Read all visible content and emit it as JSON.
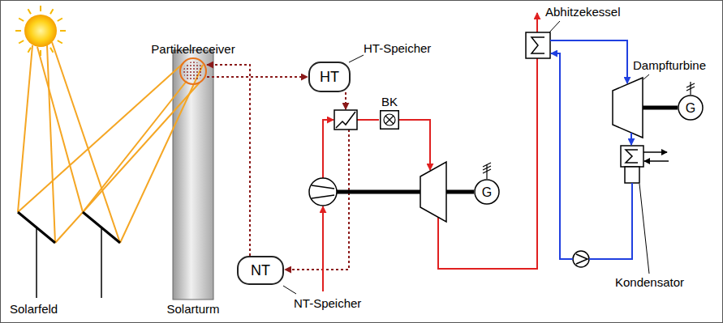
{
  "diagram": {
    "nodes": [
      {
        "text": [
          "Solarturm"
        ]
      },
      {
        "text": [
          "Partikelreceiver"
        ],
        "in": 0
      },
      {
        "text": [
          "HT",
          "HT-Speicher"
        ]
      },
      {
        "text": [
          "NT",
          "NT-Speicher"
        ]
      },
      {
        "text": [
          "BK"
        ]
      },
      {
        "text": [
          "G"
        ]
      },
      {
        "text": [
          "G"
        ]
      }
    ],
    "edges": [
      {
        "from": 1,
        "to": 2,
        "arrow": "to"
      },
      {
        "from": 3,
        "to": 1,
        "arrow": "to"
      }
    ],
    "labels": [
      "Solarfeld",
      "Abhitzekessel",
      "Dampfturbine",
      "Kondensator"
    ]
  }
}
